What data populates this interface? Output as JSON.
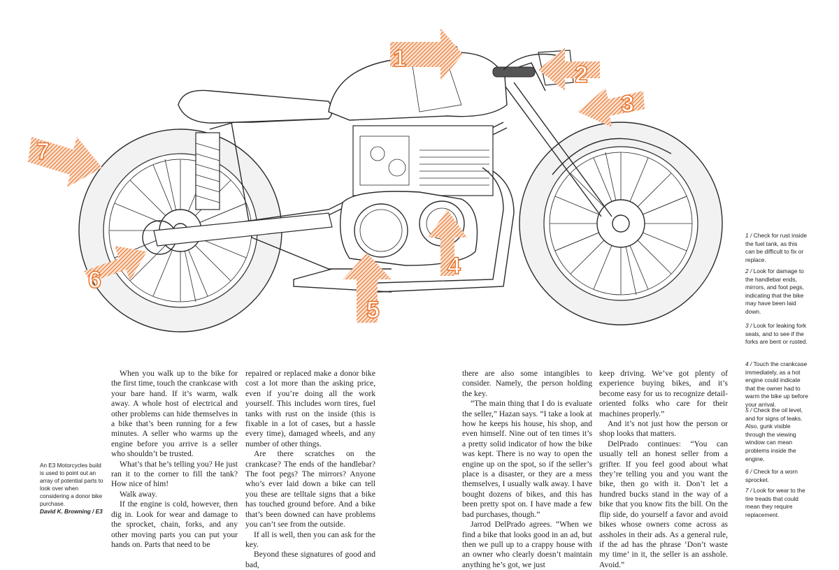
{
  "callouts": [
    {
      "num": "1"
    },
    {
      "num": "2"
    },
    {
      "num": "3"
    },
    {
      "num": "4"
    },
    {
      "num": "5"
    },
    {
      "num": "6"
    },
    {
      "num": "7"
    }
  ],
  "colors": {
    "accent": "#e8732b",
    "line": "#2a2a2a",
    "tire": "#f2f2f2"
  },
  "caption": {
    "text": "An E3 Motorcycles build is used to point out an array of potential parts to look over when considering a donor bike purchase.",
    "credit": "David K. Browning / E3"
  },
  "columns": {
    "col1": [
      "When you walk up to the bike for the first time, touch the crankcase with your bare hand. If it’s warm, walk away. A whole host of electrical and other problems can hide themselves in a bike that’s been running for a few minutes. A seller who warms up the engine before you arrive is a seller who shouldn’t be trusted.",
      "What’s that he’s telling you? He just ran it to the corner to fill the tank? How nice of him!",
      "Walk away.",
      "If the engine is cold, however, then dig in. Look for wear and damage to the sprocket, chain, forks, and any other moving parts you can put your hands on. Parts that need to be"
    ],
    "col2": [
      "repaired or replaced make a donor bike cost a lot more than the asking price, even if you’re doing all the work yourself. This includes worn tires, fuel tanks with rust on the inside (this is fixable in a lot of cases, but a hassle every time), damaged wheels, and any number of other things.",
      "Are there scratches on the crankcase? The ends of the handlebar? The foot pegs? The mirrors? Anyone who’s ever laid down a bike can tell you these are telltale signs that a bike has touched ground before. And a bike that’s been downed can have problems you can’t see from the outside.",
      "If all is well, then you can ask for the key.",
      "Beyond these signatures of good and bad,"
    ],
    "col3": [
      "there are also some intangibles to consider. Namely, the person holding the key.",
      "“The main thing that I do is evaluate the seller,” Hazan says. “I take a look at how he keeps his house, his shop, and even himself. Nine out of ten times it’s a pretty solid indicator of how the bike was kept. There is no way to open the engine up on the spot, so if the seller’s place is a disaster, or they are a mess themselves, I usually walk away. I have bought dozens of bikes, and this has been pretty spot on. I have made a few bad purchases, though.”",
      "Jarrod DelPrado agrees. “When we find a bike that looks good in an ad, but then we pull up to a crappy house with an owner who clearly doesn’t maintain anything he’s got, we just"
    ],
    "col4": [
      "keep driving. We’ve got plenty of experience buying bikes, and it’s become easy for us to recognize detail-oriented folks who care for their machines properly.”",
      "And it’s not just how the person or shop looks that matters.",
      "DelPrado continues: “You can usually tell an honest seller from a grifter. If you feel good about what they’re telling you and you want the bike, then go with it. Don’t let a hundred bucks stand in the way of a bike that you know fits the bill. On the flip side, do yourself a favor and avoid bikes whose owners come across as assholes in their ads. As a general rule, if the ad has the phrase ‘Don’t waste my time’ in it, the seller is an asshole. Avoid.”"
    ]
  },
  "sidebar": [
    {
      "num": "1 /",
      "text": "Check for rust inside the fuel tank, as this can be difficult to fix or replace."
    },
    {
      "num": "2 /",
      "text": "Look for damage to the handlebar ends, mirrors, and foot pegs, indicating that the bike may have been laid down."
    },
    {
      "num": "3 /",
      "text": "Look for leaking fork seals, and to see if the forks are bent or rusted."
    },
    {
      "num": "4 /",
      "text": "Touch the crankcase immediately, as a hot engine could indicate that the owner had to warm the bike up before your arrival."
    },
    {
      "num": "5 /",
      "text": "Check the oil level, and for signs of leaks. Also, gunk visible through the viewing window can mean problems inside the engine."
    },
    {
      "num": "6 /",
      "text": "Check for a worn sprocket."
    },
    {
      "num": "7 /",
      "text": "Look for wear to the tire treads that could mean they require replacement."
    }
  ]
}
